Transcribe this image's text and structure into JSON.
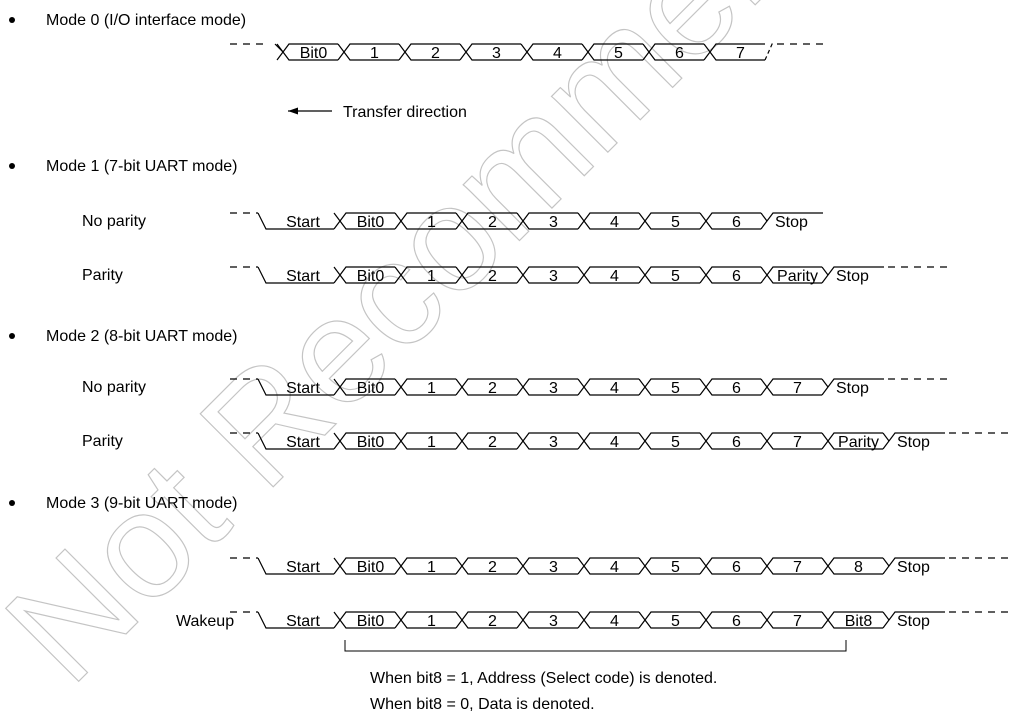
{
  "watermark": "Not Recommended for New Design",
  "modes": [
    {
      "title": "Mode 0 (I/O interface mode)",
      "rows": [
        {
          "label": "",
          "fields": [
            "Bit0",
            "1",
            "2",
            "3",
            "4",
            "5",
            "6",
            "7"
          ],
          "stop": "",
          "dash_after": true
        }
      ],
      "direction_label": "Transfer direction"
    },
    {
      "title": "Mode 1 (7-bit UART mode)",
      "rows": [
        {
          "label": "No parity",
          "fields": [
            "Start",
            "Bit0",
            "1",
            "2",
            "3",
            "4",
            "5",
            "6"
          ],
          "stop": "Stop",
          "dash_after": false
        },
        {
          "label": "Parity",
          "fields": [
            "Start",
            "Bit0",
            "1",
            "2",
            "3",
            "4",
            "5",
            "6",
            "Parity"
          ],
          "stop": "Stop",
          "dash_after": true
        }
      ]
    },
    {
      "title": "Mode 2 (8-bit UART mode)",
      "rows": [
        {
          "label": "No parity",
          "fields": [
            "Start",
            "Bit0",
            "1",
            "2",
            "3",
            "4",
            "5",
            "6",
            "7"
          ],
          "stop": "Stop",
          "dash_after": true
        },
        {
          "label": "Parity",
          "fields": [
            "Start",
            "Bit0",
            "1",
            "2",
            "3",
            "4",
            "5",
            "6",
            "7",
            "Parity"
          ],
          "stop": "Stop",
          "dash_after": true
        }
      ]
    },
    {
      "title": "Mode 3 (9-bit UART mode)",
      "rows": [
        {
          "label": "",
          "fields": [
            "Start",
            "Bit0",
            "1",
            "2",
            "3",
            "4",
            "5",
            "6",
            "7",
            "8"
          ],
          "stop": "Stop",
          "dash_after": true
        },
        {
          "label": "Wakeup",
          "fields": [
            "Start",
            "Bit0",
            "1",
            "2",
            "3",
            "4",
            "5",
            "6",
            "7",
            "Bit8"
          ],
          "stop": "Stop",
          "dash_after": true
        }
      ],
      "notes": [
        "When bit8 = 1, Address (Select code) is denoted.",
        "When bit8 = 0, Data is denoted."
      ]
    }
  ]
}
